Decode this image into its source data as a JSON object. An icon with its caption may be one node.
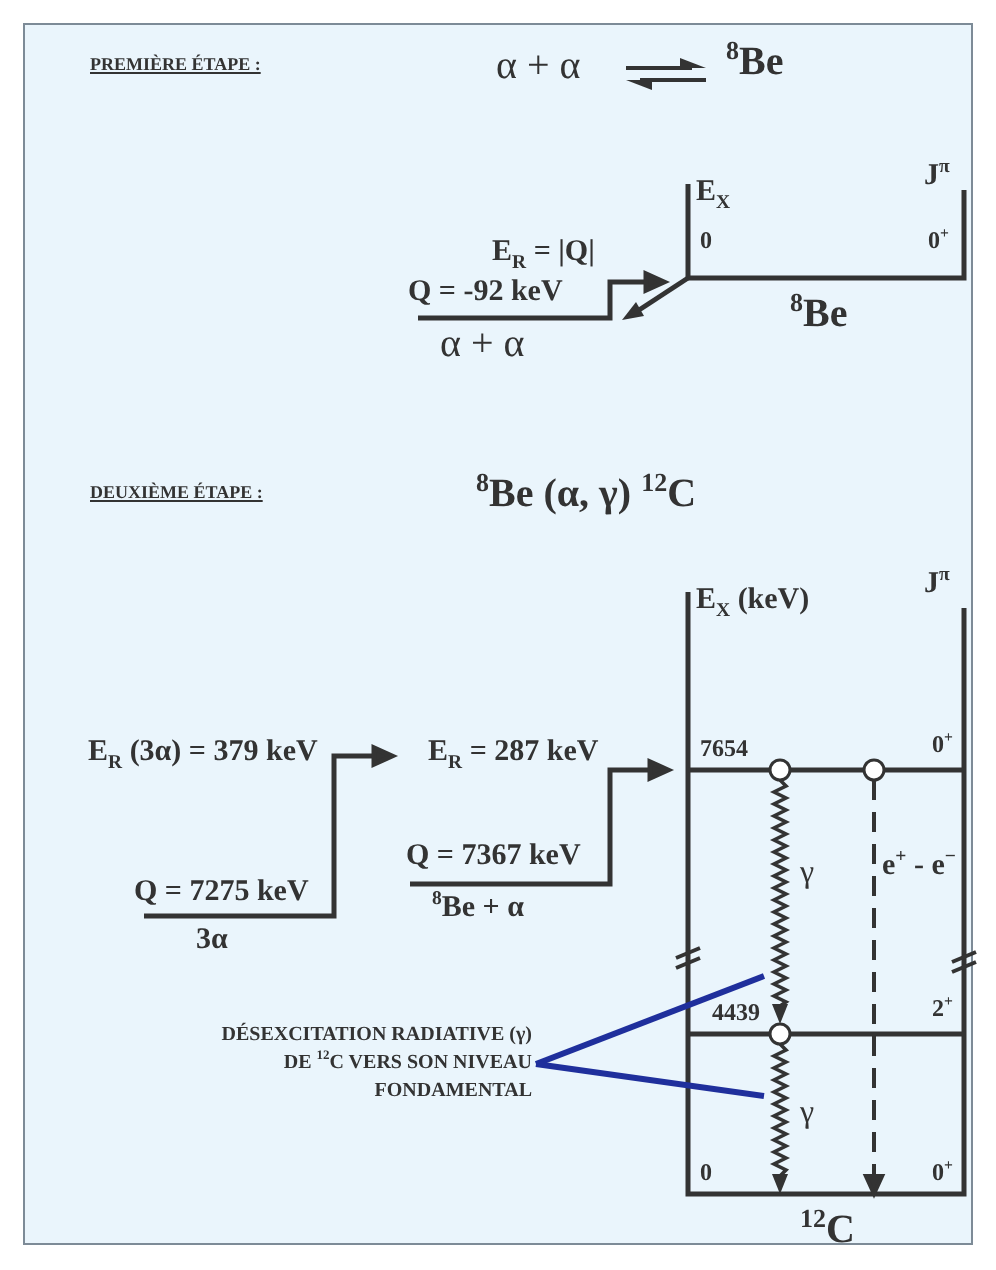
{
  "diagram": {
    "nodes": [
      {
        "text": [],
        "shape": "arrow",
        "beside": [
          "γ"
        ]
      },
      {
        "text": [
          "DÉSEXCITATION RADIATIVE (γ) DE $^{12}$C VERS SON NIVEAU FONDAMENTAL"
        ]
      },
      {
        "text": [],
        "shape": "arrow",
        "beside": [
          "γ"
        ]
      }
    ],
    "edges": [
      {
        "from": 1,
        "to": 0,
        "arrow": "none"
      },
      {
        "from": 1,
        "to": 2,
        "arrow": "none"
      }
    ],
    "labels": [
      "PREMIÈRE ÉTAPE :",
      "α + α",
      "$^{8}$Be",
      "E$_{X}$",
      "J$^{π}$",
      "E$_{R}$ = |Q|",
      "0",
      "0$^{+}$",
      "Q = -92 keV",
      "$^{8}$Be",
      "α + α",
      "DEUXIÈME ÉTAPE :",
      "$^{8}$Be (α, γ) $^{12}$C",
      "E$_{X}$ (keV)",
      "J$^{π}$",
      "E$_{R}$ (3α) = 379 keV",
      "E$_{R}$ = 287 keV",
      "7654",
      "0$^{+}$",
      "Q = 7367 keV",
      "e$^{+}$ - e$^{−}$",
      "Q = 7275 keV",
      "$^{8}$Be + α",
      "3α",
      "4439",
      "2$^{+}$",
      "0",
      "0$^{+}$",
      "$^{12}$C"
    ]
  }
}
